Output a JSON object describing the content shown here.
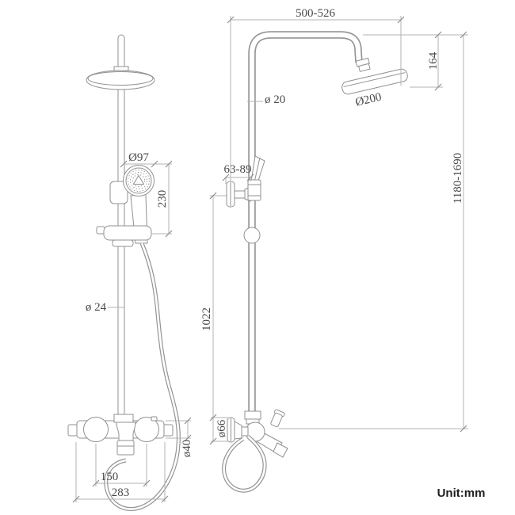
{
  "drawing": {
    "unit_label": "Unit:mm",
    "front": {
      "hand_shower_diameter": "Ø97",
      "hand_shower_drop": "230",
      "riser_pipe_diameter": "ø 24",
      "valve_body_diameter": "ø40",
      "supply_centers": "150",
      "overall_width": "283"
    },
    "side": {
      "arm_width": "500-526",
      "head_drop": "164",
      "arm_pipe_diameter": "ø 20",
      "head_diameter": "Ø200",
      "wall_offset": "63-89",
      "overall_height": "1180-1690",
      "riser_length": "1022",
      "handle_diameter": "ø66"
    }
  }
}
